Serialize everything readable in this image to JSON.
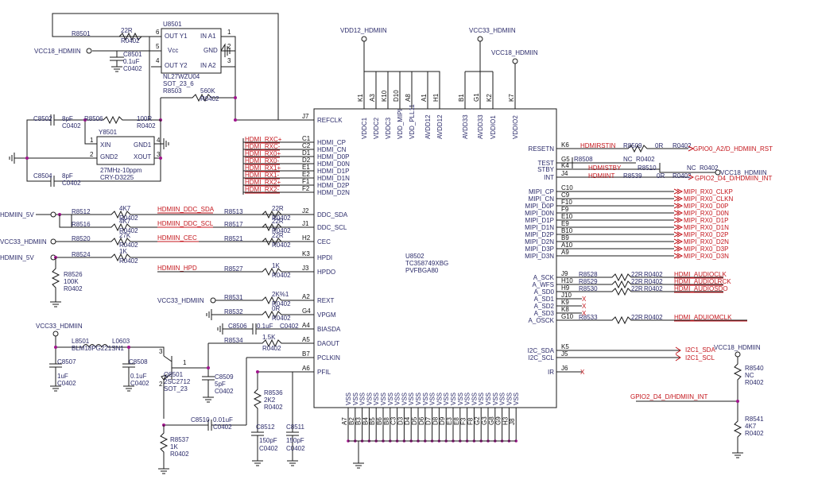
{
  "ic": {
    "u8502": {
      "ref": "U8502",
      "part": "TC358749XBG",
      "pkg": "PVFBGA80"
    },
    "u8501": {
      "ref": "U8501",
      "part": "NL27WZU04",
      "pkg": "SOT_23_6",
      "pins": [
        {
          "num": "6",
          "name": "OUT Y1"
        },
        {
          "num": "5",
          "name": "Vcc"
        },
        {
          "num": "4",
          "name": "OUT Y2"
        },
        {
          "num": "1",
          "name": "IN A1"
        },
        {
          "num": "2",
          "name": "GND"
        },
        {
          "num": "3",
          "name": "IN A2"
        }
      ]
    },
    "y8501": {
      "ref": "Y8501",
      "part": "27MHz-10ppm",
      "pkg": "CRY-D3225",
      "pins": [
        {
          "num": "1",
          "name": "XIN"
        },
        {
          "num": "4",
          "name": "GND1"
        },
        {
          "num": "2",
          "name": "GND2"
        },
        {
          "num": "3",
          "name": "XOUT"
        }
      ]
    },
    "q8501": {
      "ref": "Q8501",
      "part": "2SC2712",
      "pkg": "SOT_23"
    }
  },
  "rails": {
    "vdd12": "VDD12_HDMIIN",
    "vcc33_top": "VCC33_HDMIIN",
    "vcc18_top": "VCC18_HDMIIN",
    "vcc18_left": "VCC18_HDMIIN",
    "hdmi5v_a": "HDMIIN_5V",
    "vcc33_left": "VCC33_HDMIIN",
    "hdmi5v_b": "HDMIIN_5V",
    "vcc33_rext": "VCC33_HDMIIN",
    "vcc33_ldo": "VCC33_HDMIIN",
    "vcc18_right": "VCC18_HDMIIN",
    "vcc18_int": "VCC18_HDMIIN"
  },
  "top_pins": [
    {
      "ball": "K1",
      "name": "VDDC1"
    },
    {
      "ball": "A3",
      "name": "VDDC2"
    },
    {
      "ball": "K10",
      "name": "VDDC3"
    },
    {
      "ball": "D10",
      "name": "VDD_MIPI"
    },
    {
      "ball": "A8",
      "name": "VDD_PLL11"
    },
    {
      "ball": "A1",
      "name": "AVDD12"
    },
    {
      "ball": "H1",
      "name": "AVDD12"
    },
    {
      "ball": "B1",
      "name": "AVDD33"
    },
    {
      "ball": "G1",
      "name": "AVDD33"
    },
    {
      "ball": "K2",
      "name": "VDDIO1"
    },
    {
      "ball": "K7",
      "name": "VDDIO2"
    }
  ],
  "left_pins": [
    {
      "ball": "J7",
      "name": "REFCLK"
    },
    {
      "ball": "C1",
      "name": "HDMI_CP"
    },
    {
      "ball": "C2",
      "name": "HDMI_CN"
    },
    {
      "ball": "D1",
      "name": "HDMI_D0P"
    },
    {
      "ball": "D2",
      "name": "HDMI_D0N"
    },
    {
      "ball": "E1",
      "name": "HDMI_D1P"
    },
    {
      "ball": "E2",
      "name": "HDMI_D1N"
    },
    {
      "ball": "F1",
      "name": "HDMI_D2P"
    },
    {
      "ball": "F2",
      "name": "HDMI_D2N"
    },
    {
      "ball": "J2",
      "name": "DDC_SDA"
    },
    {
      "ball": "J1",
      "name": "DDC_SCL"
    },
    {
      "ball": "H2",
      "name": "CEC"
    },
    {
      "ball": "K3",
      "name": "HPDI"
    },
    {
      "ball": "J3",
      "name": "HPDO"
    },
    {
      "ball": "A2",
      "name": "REXT"
    },
    {
      "ball": "G4",
      "name": "VPGM"
    },
    {
      "ball": "A4",
      "name": "BIASDA"
    },
    {
      "ball": "A5",
      "name": "DAOUT"
    },
    {
      "ball": "B7",
      "name": "PCLKIN"
    },
    {
      "ball": "A6",
      "name": "PFIL"
    }
  ],
  "right_pins": [
    {
      "ball": "K6",
      "name": "RESETN"
    },
    {
      "ball": "G5",
      "name": "TEST"
    },
    {
      "ball": "K4",
      "name": "STBY"
    },
    {
      "ball": "J4",
      "name": "INT"
    },
    {
      "ball": "C10",
      "name": "MIPI_CP"
    },
    {
      "ball": "C9",
      "name": "MIPI_CN"
    },
    {
      "ball": "F10",
      "name": "MIPI_D0P"
    },
    {
      "ball": "F9",
      "name": "MIPI_D0N"
    },
    {
      "ball": "E10",
      "name": "MIPI_D1P"
    },
    {
      "ball": "E9",
      "name": "MIPI_D1N"
    },
    {
      "ball": "B10",
      "name": "MIPI_D2P"
    },
    {
      "ball": "B9",
      "name": "MIPI_D2N"
    },
    {
      "ball": "A10",
      "name": "MIPI_D3P"
    },
    {
      "ball": "A9",
      "name": "MIPI_D3N"
    },
    {
      "ball": "J9",
      "name": "A_SCK"
    },
    {
      "ball": "H10",
      "name": "A_WFS"
    },
    {
      "ball": "H9",
      "name": "A_SD0"
    },
    {
      "ball": "J10",
      "name": "A_SD1"
    },
    {
      "ball": "K9",
      "name": "A_SD2"
    },
    {
      "ball": "K8",
      "name": "A_SD3"
    },
    {
      "ball": "G10",
      "name": "A_OSCK"
    },
    {
      "ball": "K5",
      "name": "I2C_SDA"
    },
    {
      "ball": "J5",
      "name": "I2C_SCL"
    },
    {
      "ball": "J6",
      "name": "IR"
    }
  ],
  "vss_balls": [
    "A7",
    "B2",
    "B3",
    "B4",
    "B5",
    "B6",
    "B8",
    "C3",
    "D3",
    "D4",
    "D5",
    "D6",
    "D7",
    "D8",
    "D9",
    "E3",
    "E8",
    "F3",
    "F8",
    "G2",
    "G3",
    "G8",
    "G9",
    "H3",
    "J8"
  ],
  "vss_label": "VSS",
  "hdmi_in_nets": [
    "HDMI_RXC+",
    "HDMI_RXC-",
    "HDMI_RX0+",
    "HDMI_RX0-",
    "HDMI_RX1+",
    "HDMI_RX1-",
    "HDMI_RX2+",
    "HDMI_RX2-"
  ],
  "mipi_nets": [
    "MIPI_RX0_CLKP",
    "MIPI_RX0_CLKN",
    "MIPI_RX0_D0P",
    "MIPI_RX0_D0N",
    "MIPI_RX0_D1P",
    "MIPI_RX0_D1N",
    "MIPI_RX0_D2P",
    "MIPI_RX0_D2N",
    "MIPI_RX0_D3P",
    "MIPI_RX0_D3N"
  ],
  "nets": {
    "ddc_sda": "HDMIIN_DDC_SDA",
    "ddc_scl": "HDMIIN_DDC_SCL",
    "cec": "HDMIIN_CEC",
    "hpd": "HDMIIN_HPD",
    "rst_pin": "HDMIRSTIN",
    "rst_out": "GPIO0_A2/D_HDMIIN_RST",
    "stby": "HDMISTBY",
    "int": "HDMIINT",
    "int_out": "GPIO2_D4_D/HDMIIN_INT",
    "int_out2": "GPIO2_D4_D/HDMIIN_INT",
    "audio_clk": "HDMI_AUDIOCLK",
    "audio_lrck": "HDMI_AUDIOLRCK",
    "audio_sdo": "HDMI_AUDIOSDO",
    "audio_mclk": "HDMI_ADUIOMCLK",
    "i2c_sda": "I2C1_SDA",
    "i2c_scl": "I2C1_SCL"
  },
  "components": {
    "r8501": {
      "ref": "R8501",
      "val": "22R",
      "pkg": "R0402"
    },
    "c8501": {
      "ref": "C8501",
      "val": "0.1uF",
      "pkg": "C0402"
    },
    "r8503": {
      "ref": "R8503",
      "val": "560K",
      "pkg": "R0402"
    },
    "c8502": {
      "ref": "C8502",
      "val": "8pF",
      "pkg": "C0402"
    },
    "r8506": {
      "ref": "R8506",
      "val": "100R",
      "pkg": "R0402"
    },
    "c8504": {
      "ref": "C8504",
      "val": "8pF",
      "pkg": "C0402"
    },
    "r8512": {
      "ref": "R8512",
      "val": "4K7",
      "pkg": "R0402"
    },
    "r8513": {
      "ref": "R8513",
      "val": "22R",
      "pkg": "R0402"
    },
    "r8516": {
      "ref": "R8516",
      "val": "4K7",
      "pkg": "R0402"
    },
    "r8517": {
      "ref": "R8517",
      "val": "22R",
      "pkg": "R0402"
    },
    "r8520": {
      "ref": "R8520",
      "val": "27K",
      "pkg": "R0402"
    },
    "r8521": {
      "ref": "R8521",
      "val": "22R",
      "pkg": "R0402"
    },
    "r8524": {
      "ref": "R8524",
      "val": "1K",
      "pkg": "R0402"
    },
    "r8526": {
      "ref": "R8526",
      "val": "100K",
      "pkg": "R0402"
    },
    "r8527": {
      "ref": "R8527",
      "val": "1K",
      "pkg": "R0402"
    },
    "r8531": {
      "ref": "R8531",
      "val": "2K%1",
      "pkg": "R0402"
    },
    "r8532": {
      "ref": "R8532",
      "val": "0R",
      "pkg": "R0402"
    },
    "c8506": {
      "ref": "C8506",
      "val": "0.1uF",
      "pkg": "C0402"
    },
    "r8534": {
      "ref": "R8534",
      "val": "1.5K",
      "pkg": "R0402"
    },
    "l8501": {
      "ref": "L8501",
      "val": "L0603",
      "pkg": "BLM18PG221SN1"
    },
    "c8507": {
      "ref": "C8507",
      "val": "1uF",
      "pkg": "C0402"
    },
    "c8508": {
      "ref": "C8508",
      "val": "0.1uF",
      "pkg": "C0402"
    },
    "c8509": {
      "ref": "C8509",
      "val": "5pF",
      "pkg": "C0402"
    },
    "c8510": {
      "ref": "C8510",
      "val": "0.01uF",
      "pkg": "C0402"
    },
    "r8536": {
      "ref": "R8536",
      "val": "2K2",
      "pkg": "R0402"
    },
    "c8512": {
      "ref": "C8512",
      "val": "150pF",
      "pkg": "C0402"
    },
    "c8511": {
      "ref": "C8511",
      "val": "150pF",
      "pkg": "C0402"
    },
    "r8537": {
      "ref": "R8537",
      "val": "1K",
      "pkg": "R0402"
    },
    "r8509": {
      "ref": "R8509",
      "val": "0R",
      "pkg": "R0402"
    },
    "r8508": {
      "ref": "R8508",
      "val": "NC",
      "pkg": "R0402"
    },
    "r8510": {
      "ref": "R8510",
      "val": "NC",
      "pkg": "R0402"
    },
    "r8539": {
      "ref": "R8539",
      "val": "0R",
      "pkg": "R0402"
    },
    "r8528": {
      "ref": "R8528",
      "val": "22R",
      "pkg": "R0402"
    },
    "r8529": {
      "ref": "R8529",
      "val": "22R",
      "pkg": "R0402"
    },
    "r8530": {
      "ref": "R8530",
      "val": "22R",
      "pkg": "R0402"
    },
    "r8533": {
      "ref": "R8533",
      "val": "22R",
      "pkg": "R0402"
    },
    "r8540": {
      "ref": "R8540",
      "val": "NC",
      "pkg": "R0402"
    },
    "r8541": {
      "ref": "R8541",
      "val": "4K7",
      "pkg": "R0402"
    }
  },
  "pin_numbers": {
    "q_base": "1",
    "q_emit": "2",
    "q_coll": "3"
  },
  "nc_mark": "X"
}
